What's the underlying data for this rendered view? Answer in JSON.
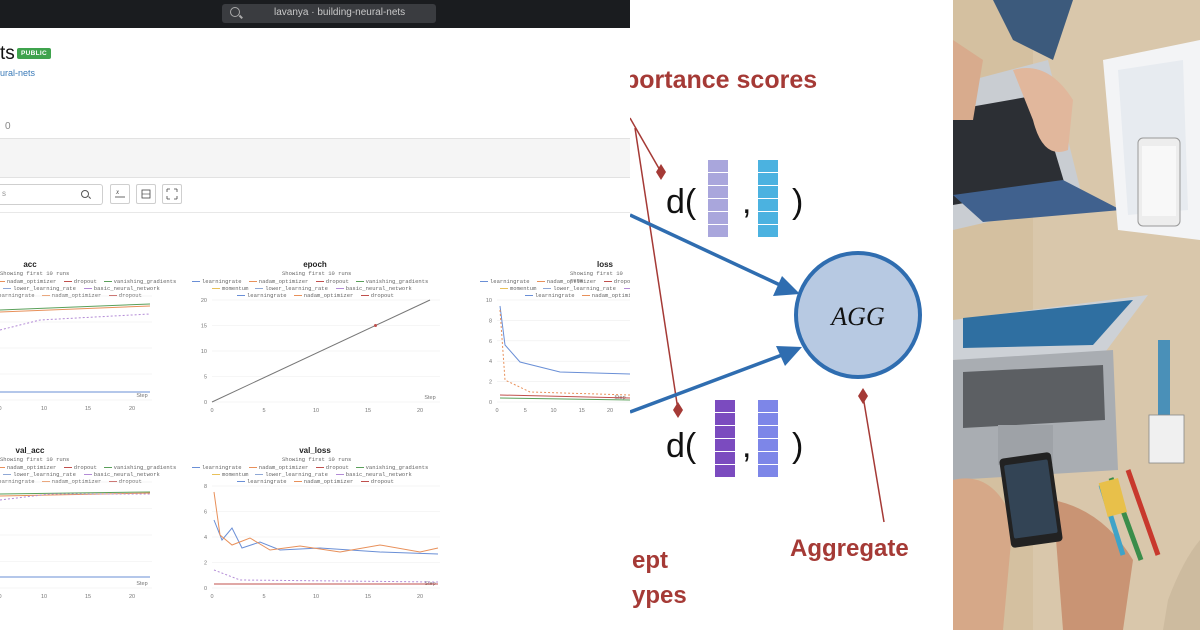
{
  "app": {
    "search_text": "lavanya · building-neural-nets",
    "project_title": "ts",
    "public_badge": "PUBLIC",
    "project_link": "ural-nets",
    "count_label": "0"
  },
  "toolbar": {
    "filter_placeholder": "s"
  },
  "chart_common": {
    "subtitle": "Showing first 10 runs",
    "legend_row1": [
      "learningrate",
      "nadam_optimizer",
      "dropout",
      "vanishing_gradients"
    ],
    "legend_row2": [
      "momentum",
      "lower_learning_rate",
      "basic_neural_network"
    ],
    "legend_row3": [
      "learningrate",
      "nadam_optimizer",
      "dropout"
    ],
    "step_label": "Step"
  },
  "colors": {
    "learningrate": "#6a8fd6",
    "nadam_optimizer": "#e8905a",
    "dropout": "#c0504d",
    "vanishing_gradients": "#5aa05a",
    "momentum": "#e8c15a",
    "lower_learning_rate": "#8fa8d6",
    "basic_neural_network": "#b38bd6",
    "accent_red": "#a53a36",
    "agg_fill": "#b7c9e2",
    "agg_stroke": "#2f6db0"
  },
  "chart_data": [
    {
      "type": "line",
      "title": "acc",
      "x_ticks": [
        "0",
        "10",
        "15",
        "20"
      ],
      "y_ticks": []
    },
    {
      "type": "line",
      "title": "epoch",
      "x": [
        0,
        24
      ],
      "values": [
        0,
        24
      ],
      "x_ticks": [
        "0",
        "5",
        "10",
        "15",
        "20"
      ],
      "y_ticks": [
        "0",
        "5",
        "10",
        "15",
        "20"
      ]
    },
    {
      "type": "line",
      "title": "loss",
      "x_ticks": [
        "0",
        "5",
        "10",
        "15",
        "20"
      ],
      "y_ticks": [
        "0",
        "2",
        "4",
        "6",
        "8",
        "10"
      ]
    },
    {
      "type": "line",
      "title": "val_acc",
      "x_ticks": [
        "0",
        "10",
        "15",
        "20"
      ],
      "y_ticks": []
    },
    {
      "type": "line",
      "title": "val_loss",
      "x_ticks": [
        "0",
        "5",
        "10",
        "15",
        "20"
      ],
      "y_ticks": [
        "0",
        "2",
        "4",
        "6",
        "8"
      ]
    }
  ],
  "diagram": {
    "top_label": "portance scores",
    "d_open": "d(",
    "comma": ",",
    "close": ")",
    "agg_label": "AGG",
    "aggregate_label": "Aggregate",
    "bottom_line1": "ept",
    "bottom_line2": "ypes"
  }
}
